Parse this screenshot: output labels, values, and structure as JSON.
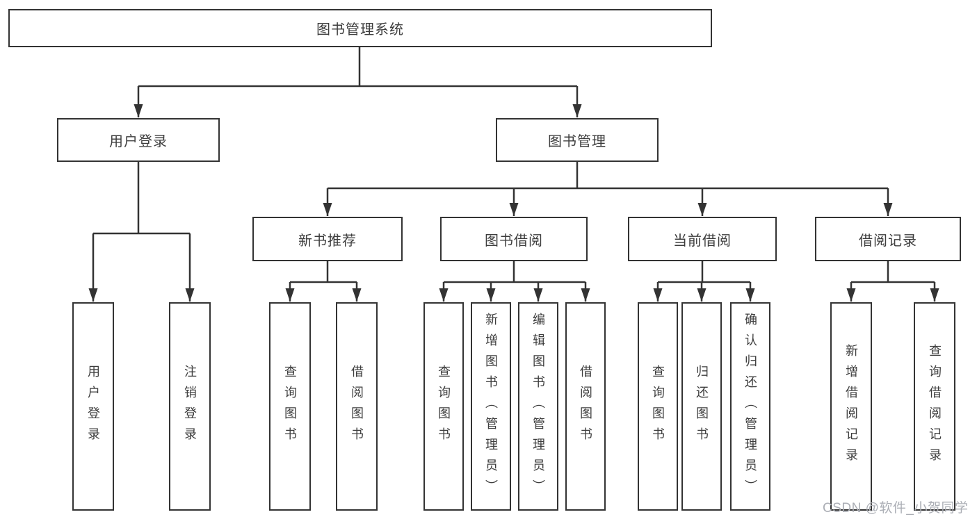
{
  "tree": {
    "label": "图书管理系统",
    "children": [
      {
        "label": "用户登录",
        "children": [
          {
            "label": "用户登录"
          },
          {
            "label": "注销登录"
          }
        ]
      },
      {
        "label": "图书管理",
        "children": [
          {
            "label": "新书推荐",
            "children": [
              {
                "label": "查询图书"
              },
              {
                "label": "借阅图书"
              }
            ]
          },
          {
            "label": "图书借阅",
            "children": [
              {
                "label": "查询图书"
              },
              {
                "label": "新增图书（管理员）"
              },
              {
                "label": "编辑图书（管理员）"
              },
              {
                "label": "借阅图书"
              }
            ]
          },
          {
            "label": "当前借阅",
            "children": [
              {
                "label": "查询图书"
              },
              {
                "label": "归还图书"
              },
              {
                "label": "确认归还（管理员）"
              }
            ]
          },
          {
            "label": "借阅记录",
            "children": [
              {
                "label": "新增借阅记录"
              },
              {
                "label": "查询借阅记录"
              }
            ]
          }
        ]
      }
    ]
  },
  "watermark": {
    "text": "CSDN @软件_小贺同学"
  },
  "colors": {
    "line": "#333333",
    "text": "#3d3d3d",
    "watermark": "#abaeb5",
    "background": "#ffffff"
  }
}
